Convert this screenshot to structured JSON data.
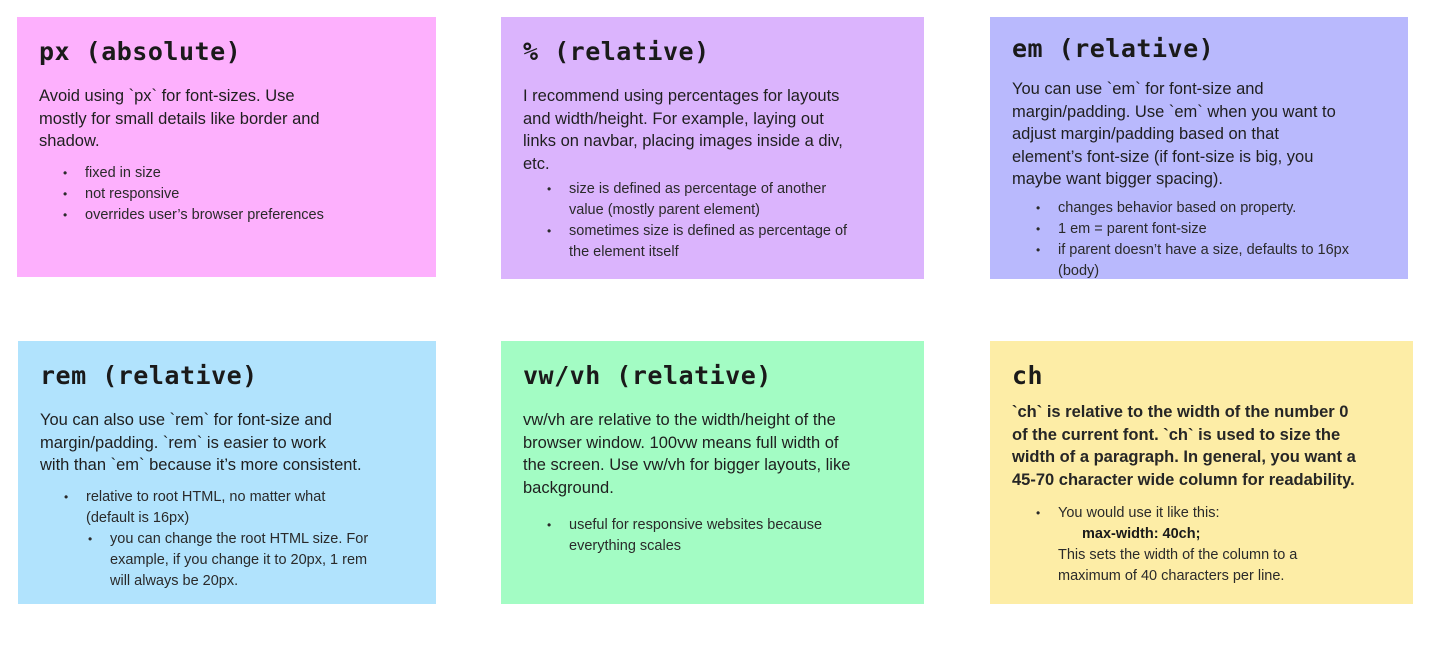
{
  "cards": [
    {
      "id": "px",
      "title": "px (absolute)",
      "body": [
        "Avoid using `px` for font-sizes. Use",
        "mostly for small details like border and",
        "shadow."
      ],
      "bullets": [
        "fixed in size",
        "not responsive",
        "overrides user’s browser preferences"
      ],
      "color": "#fdb0fd"
    },
    {
      "id": "pct",
      "title": "% (relative)",
      "body": [
        "I recommend using percentages for layouts",
        "and width/height. For example, laying out",
        "links on navbar, placing images inside a div,",
        "etc."
      ],
      "bullets": [
        [
          "size is defined as percentage of another",
          "value (mostly parent element)"
        ],
        [
          "sometimes size is defined as percentage of",
          "the element itself"
        ]
      ],
      "color": "#dbb4fd"
    },
    {
      "id": "em",
      "title": "em (relative)",
      "body": [
        "You can use `em` for font-size and",
        "margin/padding. Use `em` when you want to",
        "adjust margin/padding based on that",
        "element’s font-size (if font-size is big, you",
        "maybe want bigger spacing)."
      ],
      "bullets": [
        "changes behavior based on property.",
        "1 em = parent font-size",
        [
          "if parent doesn’t have a size, defaults to 16px",
          "(body)"
        ]
      ],
      "color": "#b9b9fd"
    },
    {
      "id": "rem",
      "title": "rem (relative)",
      "body": [
        "You can also use `rem` for font-size and",
        "margin/padding. `rem` is easier to work",
        "with than `em` because it’s more consistent."
      ],
      "bullets": [
        [
          "relative to root HTML, no matter what",
          "(default is 16px)"
        ]
      ],
      "sub_bullets": [
        [
          "you can change the root HTML size. For",
          "example, if you change it to 20px, 1 rem",
          "will always be 20px."
        ]
      ],
      "color": "#b1e3fd"
    },
    {
      "id": "vw",
      "title": "vw/vh (relative)",
      "body": [
        "vw/vh are relative to the width/height of the",
        "browser window. 100vw means full width of",
        "the screen. Use vw/vh for bigger layouts, like",
        "background."
      ],
      "bullets": [
        [
          "useful for responsive websites because",
          "everything scales"
        ]
      ],
      "color": "#a3fcc4"
    },
    {
      "id": "ch",
      "title": "ch",
      "body": [
        "`ch` is relative to the width of the number 0",
        "of the current font. `ch` is used to size the",
        "width of a paragraph. In general, you want a",
        "45-70 character wide column for readability."
      ],
      "bullet_intro": "You would use it like this:",
      "code": "max-width: 40ch;",
      "bullet_after": [
        "This sets the width of the column to a",
        "maximum of 40 characters per line."
      ],
      "color": "#fdeda6"
    }
  ]
}
